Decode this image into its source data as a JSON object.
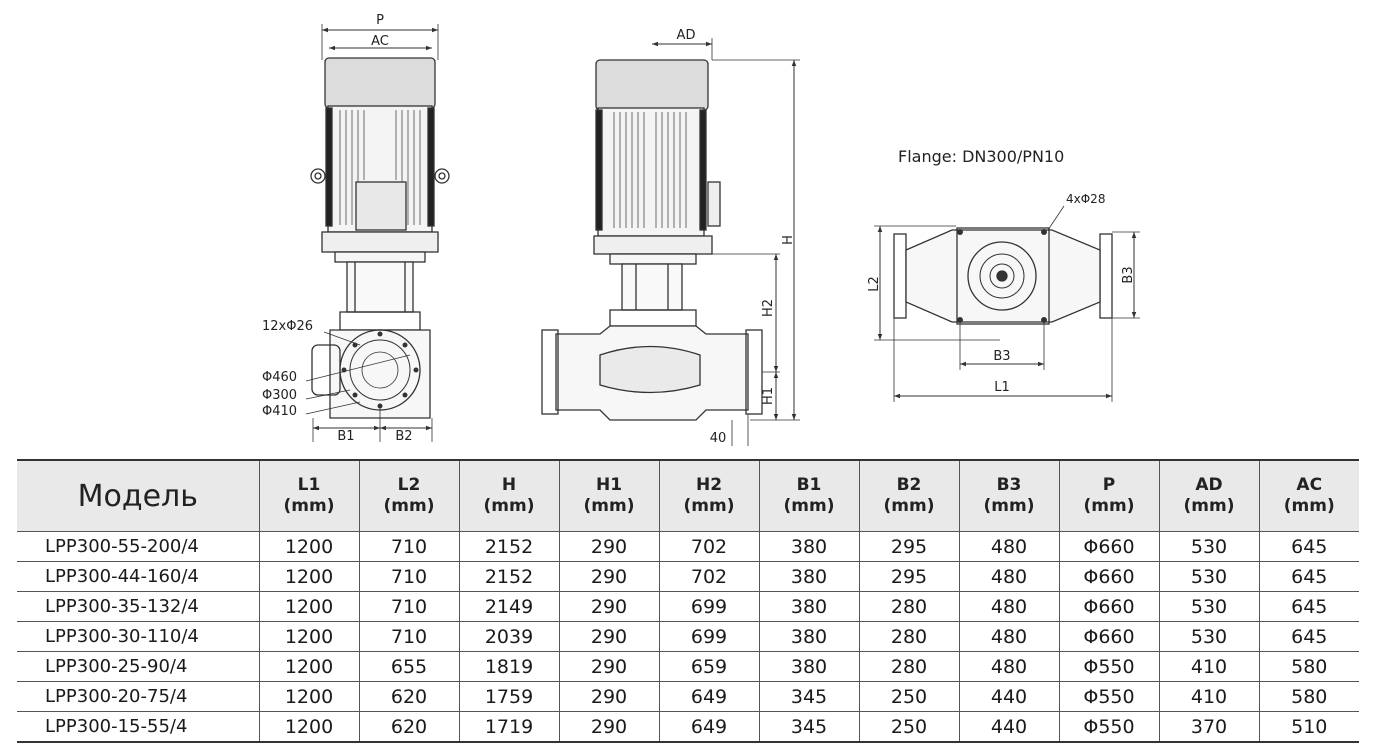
{
  "diagram": {
    "front_view": {
      "dim_p": "P",
      "dim_ac": "AC",
      "dim_bolts": "12xΦ26",
      "dim_d1": "Φ460",
      "dim_d2": "Φ300",
      "dim_d3": "Φ410",
      "dim_b1": "B1",
      "dim_b2": "B2"
    },
    "side_view": {
      "dim_ad": "AD",
      "dim_h": "H",
      "dim_h2": "H2",
      "dim_h1": "H1",
      "dim_40": "40"
    },
    "top_view": {
      "flange_label": "Flange: DN300/PN10",
      "dim_holes": "4xΦ28",
      "dim_l2": "L2",
      "dim_b3_right": "B3",
      "dim_b3_bottom": "B3",
      "dim_l1": "L1"
    }
  },
  "table": {
    "model_header": "Модель",
    "columns": [
      {
        "name": "L1",
        "unit": "(mm)"
      },
      {
        "name": "L2",
        "unit": "(mm)"
      },
      {
        "name": "H",
        "unit": "(mm)"
      },
      {
        "name": "H1",
        "unit": "(mm)"
      },
      {
        "name": "H2",
        "unit": "(mm)"
      },
      {
        "name": "B1",
        "unit": "(mm)"
      },
      {
        "name": "B2",
        "unit": "(mm)"
      },
      {
        "name": "B3",
        "unit": "(mm)"
      },
      {
        "name": "P",
        "unit": "(mm)"
      },
      {
        "name": "AD",
        "unit": "(mm)"
      },
      {
        "name": "AC",
        "unit": "(mm)"
      }
    ],
    "rows": [
      {
        "model": "LPP300-55-200/4",
        "values": [
          "1200",
          "710",
          "2152",
          "290",
          "702",
          "380",
          "295",
          "480",
          "Φ660",
          "530",
          "645"
        ]
      },
      {
        "model": "LPP300-44-160/4",
        "values": [
          "1200",
          "710",
          "2152",
          "290",
          "702",
          "380",
          "295",
          "480",
          "Φ660",
          "530",
          "645"
        ]
      },
      {
        "model": "LPP300-35-132/4",
        "values": [
          "1200",
          "710",
          "2149",
          "290",
          "699",
          "380",
          "280",
          "480",
          "Φ660",
          "530",
          "645"
        ]
      },
      {
        "model": "LPP300-30-110/4",
        "values": [
          "1200",
          "710",
          "2039",
          "290",
          "699",
          "380",
          "280",
          "480",
          "Φ660",
          "530",
          "645"
        ]
      },
      {
        "model": "LPP300-25-90/4",
        "values": [
          "1200",
          "655",
          "1819",
          "290",
          "659",
          "380",
          "280",
          "480",
          "Φ550",
          "410",
          "580"
        ]
      },
      {
        "model": "LPP300-20-75/4",
        "values": [
          "1200",
          "620",
          "1759",
          "290",
          "649",
          "345",
          "250",
          "440",
          "Φ550",
          "410",
          "580"
        ]
      },
      {
        "model": "LPP300-15-55/4",
        "values": [
          "1200",
          "620",
          "1719",
          "290",
          "649",
          "345",
          "250",
          "440",
          "Φ550",
          "370",
          "510"
        ]
      }
    ]
  }
}
